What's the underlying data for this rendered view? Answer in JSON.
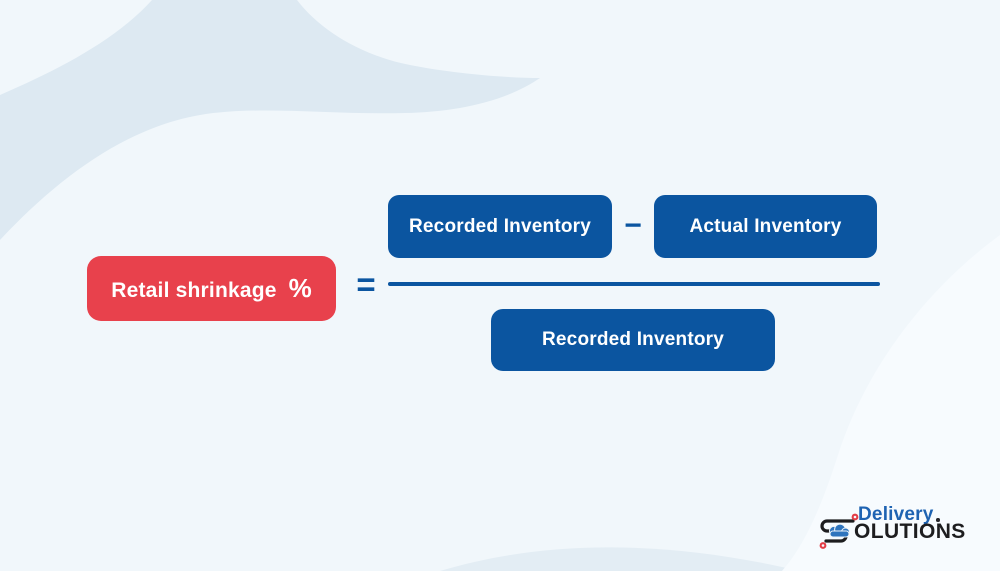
{
  "formula": {
    "result_label": "Retail shrinkage",
    "percent_sign": "%",
    "equals_sign": "=",
    "minus_sign": "−",
    "numerator_left_label": "Recorded Inventory",
    "numerator_right_label": "Actual Inventory",
    "denominator_label": "Recorded Inventory"
  },
  "branding": {
    "wordmark_top": "Delivery",
    "wordmark_bottom": "OLUTIONS",
    "icon": "winding-road-with-pins-and-cloud"
  },
  "colors": {
    "accent_red": "#e8414c",
    "accent_blue": "#0b55a0",
    "logo_blue": "#1e63b2",
    "logo_black": "#1d1d1f",
    "background": "#f1f7fb",
    "wave_dark": "#dde9f2",
    "wave_light": "#f7fbfe",
    "wave_strip": "#e3edf4"
  }
}
